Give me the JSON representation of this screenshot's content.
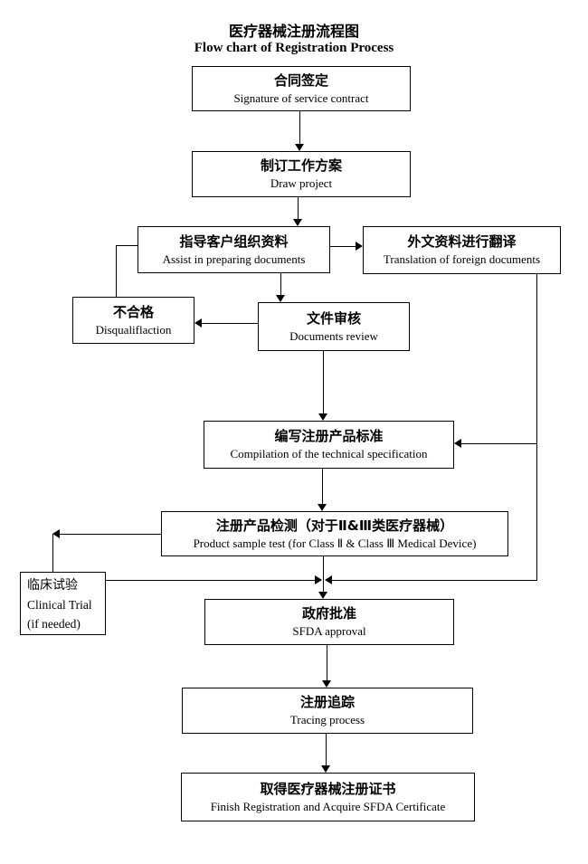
{
  "title": {
    "cn": "医疗器械注册流程图",
    "en": "Flow chart of Registration Process"
  },
  "nodes": {
    "contract": {
      "cn": "合同签定",
      "en": "Signature of service contract"
    },
    "project": {
      "cn": "制订工作方案",
      "en": "Draw project"
    },
    "assist": {
      "cn": "指导客户组织资料",
      "en": "Assist in preparing documents"
    },
    "translation": {
      "cn": "外文资料进行翻译",
      "en": "Translation of foreign documents"
    },
    "disqualification": {
      "cn": "不合格",
      "en": "Disqualiflaction"
    },
    "review": {
      "cn": "文件审核",
      "en": "Documents review"
    },
    "compilation": {
      "cn": "编写注册产品标准",
      "en": "Compilation of the technical specification"
    },
    "sample_test": {
      "cn": "注册产品检测（对于Ⅱ&Ⅲ类医疗器械）",
      "en": "Product sample test (for Class Ⅱ & Class Ⅲ Medical Device)"
    },
    "clinical": {
      "cn": "临床试验",
      "en": "Clinical Trial",
      "note": "(if needed)"
    },
    "approval": {
      "cn": "政府批准",
      "en": "SFDA approval"
    },
    "tracing": {
      "cn": "注册追踪",
      "en": "Tracing process"
    },
    "certificate": {
      "cn": "取得医疗器械注册证书",
      "en": "Finish Registration and Acquire SFDA Certificate"
    }
  },
  "colors": {
    "line": "#000000",
    "box_border": "#000000",
    "text": "#000000",
    "background": "#ffffff"
  }
}
